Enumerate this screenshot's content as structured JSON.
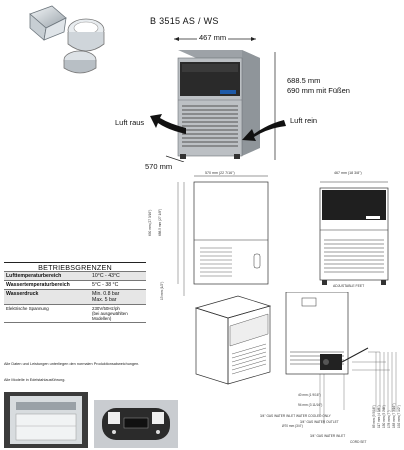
{
  "title": {
    "model": "B 3515 AS / WS"
  },
  "dims": {
    "width": "467 mm",
    "height1": "688.5 mm",
    "height2": "690 mm mit Füßen",
    "depth": "570 mm",
    "air_out": "Luft raus",
    "air_in": "Luft rein"
  },
  "drawing_labels": {
    "front_width": "570 mm (22 7/16\")",
    "side_width": "467 mm (18 3/8\")",
    "total_height": "690 mm (27 3/16\")",
    "cab_height": "688.5 mm (27 1/8\")",
    "feet": "13 mm (1/2\")",
    "adjustable_feet": "ADJUSTABLE FEET",
    "d40": "40 mm (1 9/16\")",
    "d94": "94 mm (3 11/16\")",
    "d70": "Ø70 mm (3/4\")",
    "inlet_cooled": "3/4\" GAS WATER INLET WATER COOLED ONLY",
    "water_outlet": "3/4\" GAS WATER OUTLET",
    "water_inlet": "3/4\" GAS WATER INLET",
    "cord_set": "CORD SET",
    "v1": "85 mm (3 5/16\")",
    "v2": "117 mm (4 5/8\")",
    "v3": "150 mm (5 7/8\")",
    "v4": "178 mm (7\")",
    "v5": "183 mm (7 3/16\")",
    "v6": "192 mm (7 1/2\")"
  },
  "spec": {
    "heading": "BETRIEBSGRENZEN",
    "rows": [
      {
        "label": "Lufttemperaturbereich",
        "value": "10°C - 43°C"
      },
      {
        "label": "Wassertemperaturbereich",
        "value": "5°C - 38 °C"
      },
      {
        "label": "Wasserdruck",
        "value": "Min. 0.8 bar",
        "value2": "Max. 5 bar"
      },
      {
        "label": "Elektrische Spannung",
        "value": "230V/50Hz/ph",
        "value2": "(bei ausgewählten",
        "value3": "Modellen)"
      }
    ],
    "note1": "Alle Daten und Leistungen unterliegen den normalen Produktionsabweichungen.",
    "note2": "Alle Modelle in Edelstahlausführung."
  },
  "colors": {
    "steel": "#b9bcc0",
    "dark": "#2a2a2a",
    "accent": "#2b6cb0"
  }
}
